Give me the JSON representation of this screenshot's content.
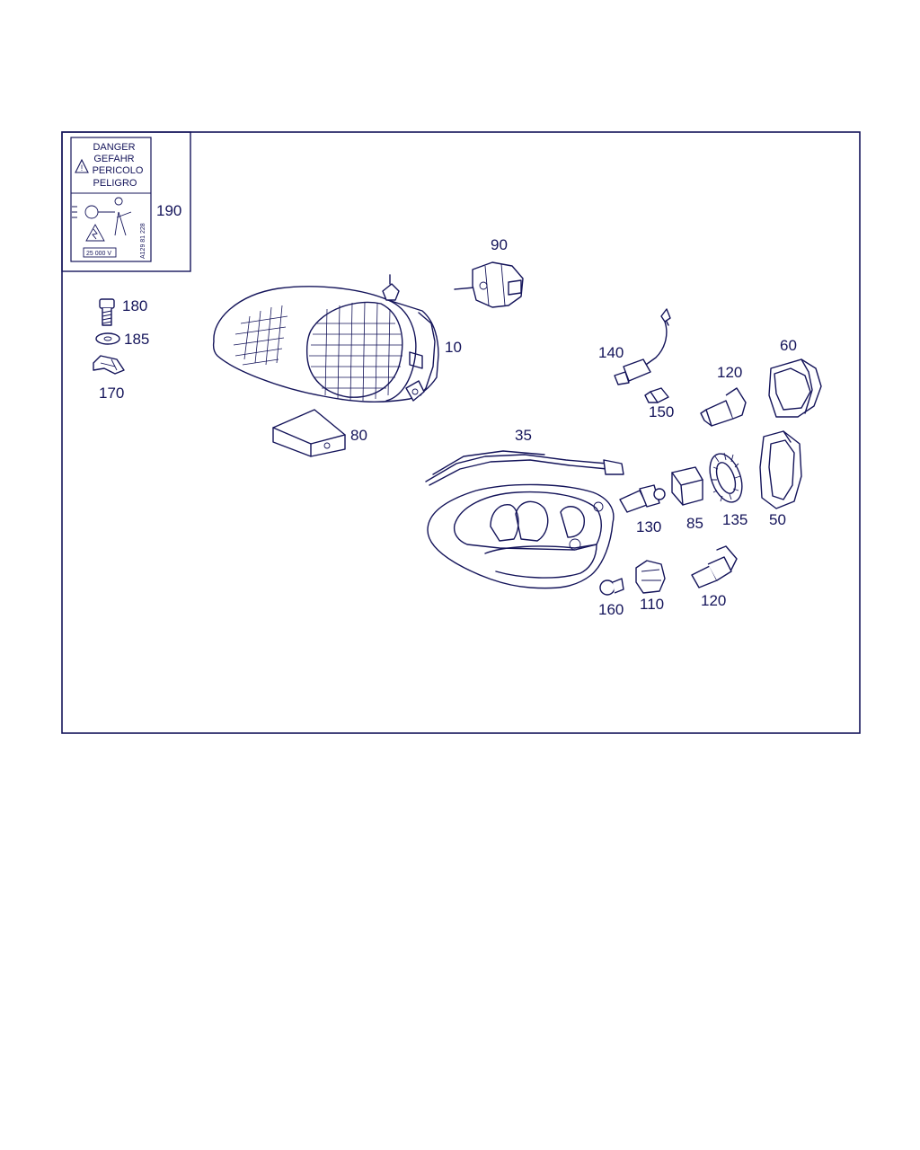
{
  "warning_label": {
    "lines": [
      "DANGER",
      "GEFAHR",
      "PERICOLO",
      "PELIGRO"
    ],
    "voltage": "25 000 V",
    "part_code": "A129 81 228"
  },
  "callouts": {
    "p10": "10",
    "p35": "35",
    "p50": "50",
    "p60": "60",
    "p80": "80",
    "p85": "85",
    "p90": "90",
    "p110": "110",
    "p120a": "120",
    "p120b": "120",
    "p130": "130",
    "p135": "135",
    "p140": "140",
    "p150": "150",
    "p160": "160",
    "p170": "170",
    "p180": "180",
    "p185": "185",
    "p190": "190"
  },
  "colors": {
    "line": "#14145a",
    "background": "#ffffff"
  }
}
